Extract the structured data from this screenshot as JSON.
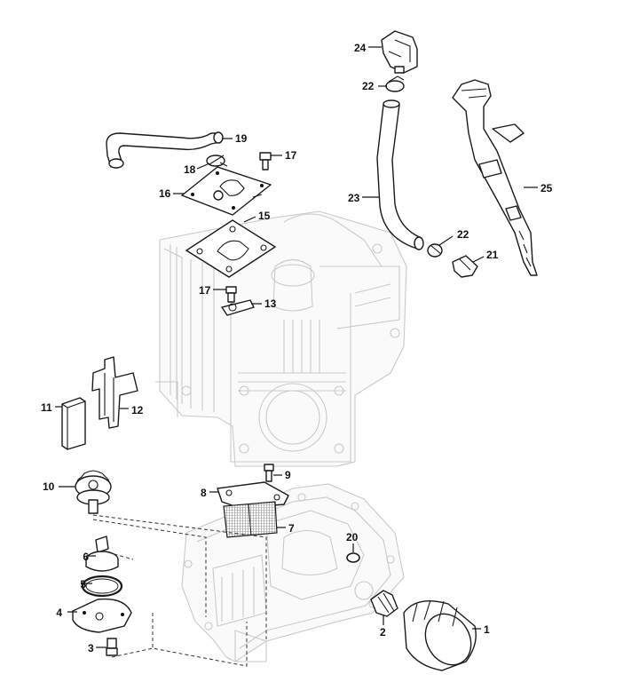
{
  "diagram": {
    "type": "exploded-parts-view",
    "callouts": {
      "c1": "1",
      "c2": "2",
      "c3": "3",
      "c4": "4",
      "c5": "5",
      "c6": "6",
      "c7": "7",
      "c8": "8",
      "c9": "9",
      "c10": "10",
      "c11": "11",
      "c12": "12",
      "c13": "13",
      "c15": "15",
      "c16": "16",
      "c17a": "17",
      "c17b": "17",
      "c18": "18",
      "c19": "19",
      "c20": "20",
      "c21": "21",
      "c22a": "22",
      "c22b": "22",
      "c23": "23",
      "c24": "24",
      "c25": "25"
    }
  }
}
